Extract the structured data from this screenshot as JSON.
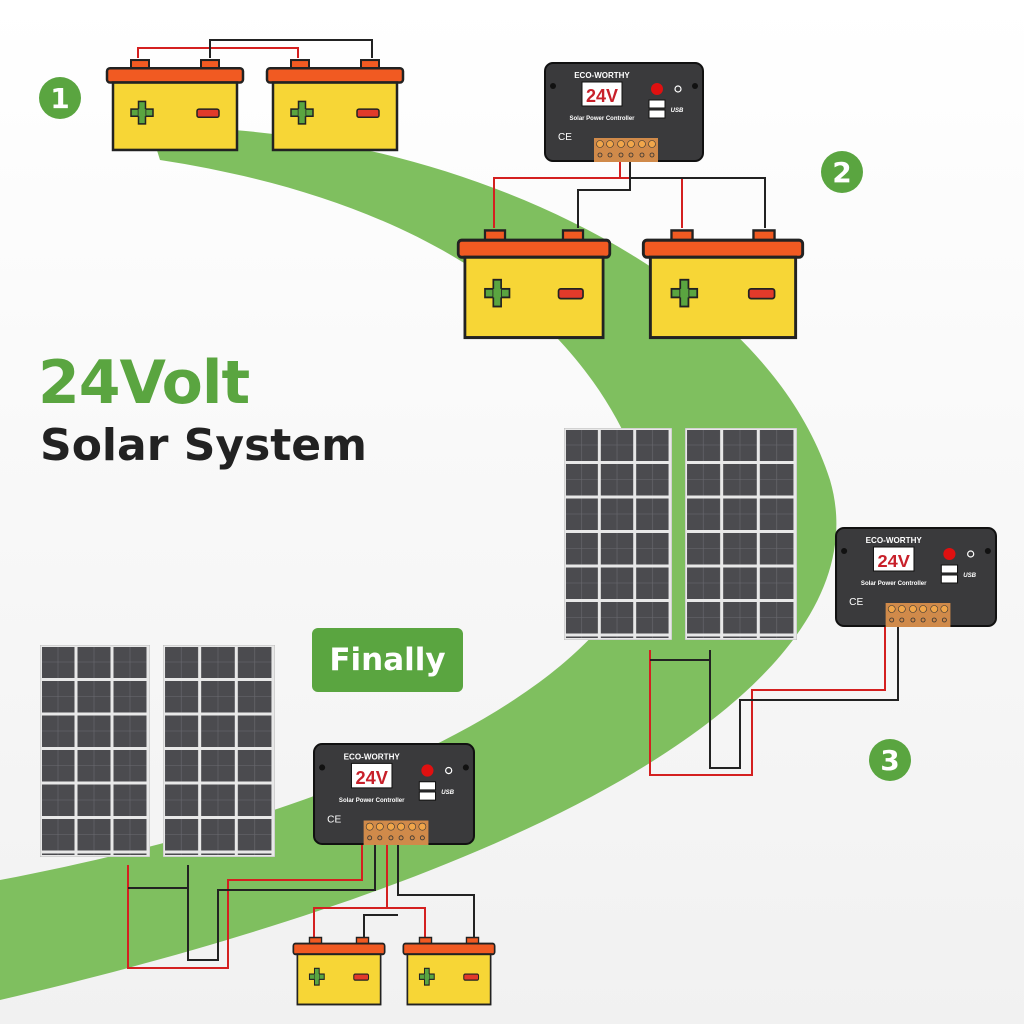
{
  "title": {
    "line1": "24Volt",
    "line2": "Solar System"
  },
  "finally_label": "Finally",
  "steps": [
    "1",
    "2",
    "3"
  ],
  "controller": {
    "brand": "ECO-WORTHY",
    "voltage": "24V",
    "label": "Solar Power Controller",
    "ce": "CE",
    "usb": "USB"
  },
  "battery": {
    "plus": "+",
    "minus": "−"
  },
  "colors": {
    "accent_green": "#5aa540",
    "battery_yellow": "#f7d636",
    "battery_cap": "#f15a22",
    "wire_red": "#d42020",
    "wire_black": "#222222"
  }
}
